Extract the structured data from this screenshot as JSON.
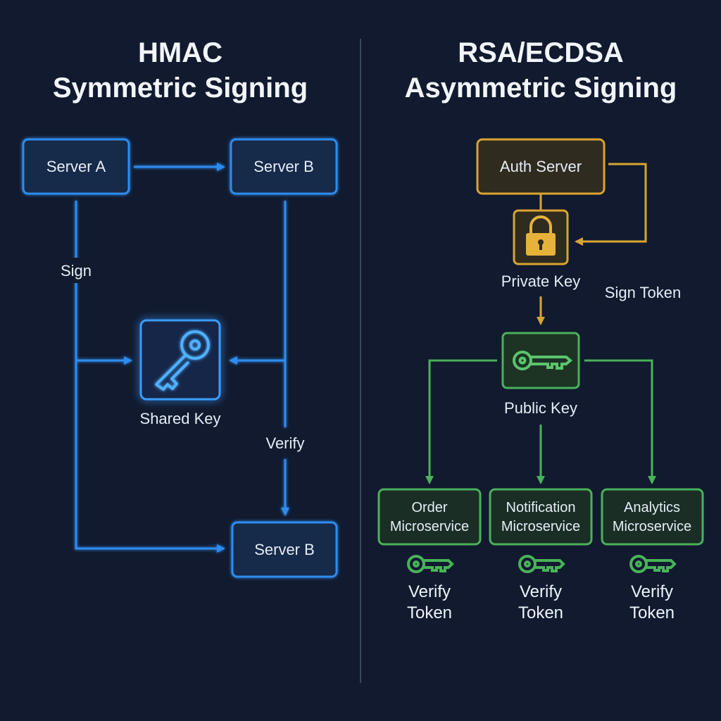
{
  "left": {
    "title_line1": "HMAC",
    "title_line2": "Symmetric Signing",
    "server_a": "Server A",
    "server_b_top": "Server B",
    "server_b_bottom": "Server B",
    "sign_label": "Sign",
    "verify_label": "Verify",
    "shared_key_label": "Shared Key",
    "shared_key_icon": "key-icon",
    "accent_color": "#2f8cf0"
  },
  "right": {
    "title_line1": "RSA/ECDSA",
    "title_line2": "Asymmetric Signing",
    "auth_server": "Auth Server",
    "private_key_label": "Private Key",
    "private_key_icon": "lock-icon",
    "sign_token_label": "Sign Token",
    "public_key_label": "Public Key",
    "public_key_icon": "key-icon",
    "auth_color": "#d9a531",
    "service_color": "#49b25a",
    "services": [
      {
        "line1": "Order",
        "line2": "Microservice",
        "verify1": "Verify",
        "verify2": "Token"
      },
      {
        "line1": "Notification",
        "line2": "Microservice",
        "verify1": "Verify",
        "verify2": "Token"
      },
      {
        "line1": "Analytics",
        "line2": "Microservice",
        "verify1": "Verify",
        "verify2": "Token"
      }
    ]
  }
}
